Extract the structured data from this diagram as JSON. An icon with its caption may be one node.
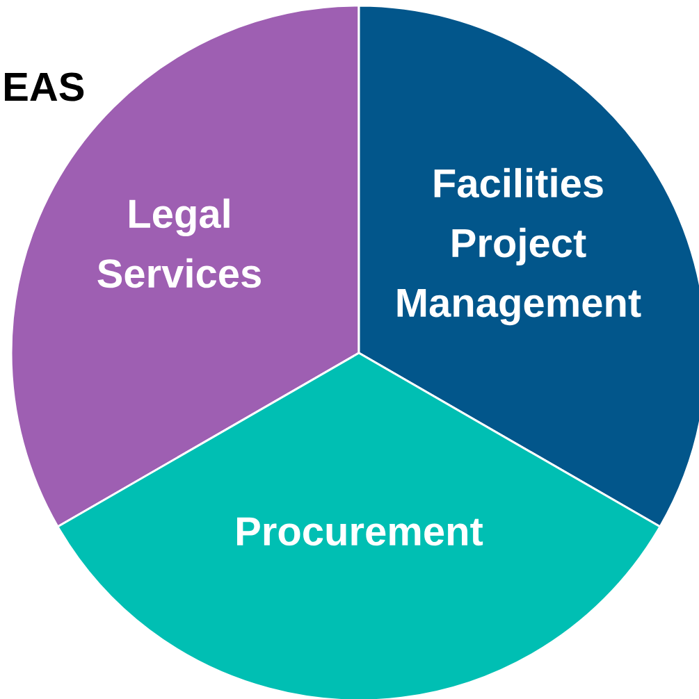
{
  "diagram": {
    "nodes": [
      {
        "text": [
          "Legal Services"
        ]
      },
      {
        "text": [
          "Facilities Project Management"
        ]
      },
      {
        "text": [
          "Procurement"
        ]
      }
    ],
    "labels": [
      "EAS"
    ]
  }
}
